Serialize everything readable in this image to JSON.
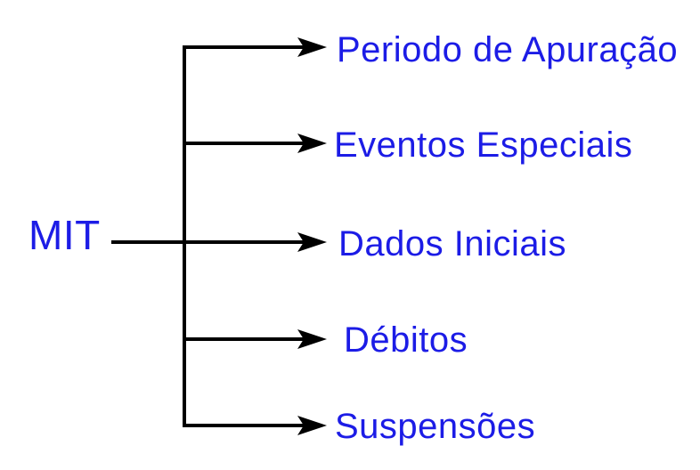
{
  "diagram": {
    "root_label": "MIT",
    "items": [
      {
        "label": "Periodo de Apuração"
      },
      {
        "label": "Eventos Especiais"
      },
      {
        "label": "Dados Iniciais"
      },
      {
        "label": "Débitos"
      },
      {
        "label": "Suspensões"
      }
    ],
    "colors": {
      "text": "#1C1CE6",
      "line": "#000000",
      "background": "#FFFFFF"
    }
  }
}
